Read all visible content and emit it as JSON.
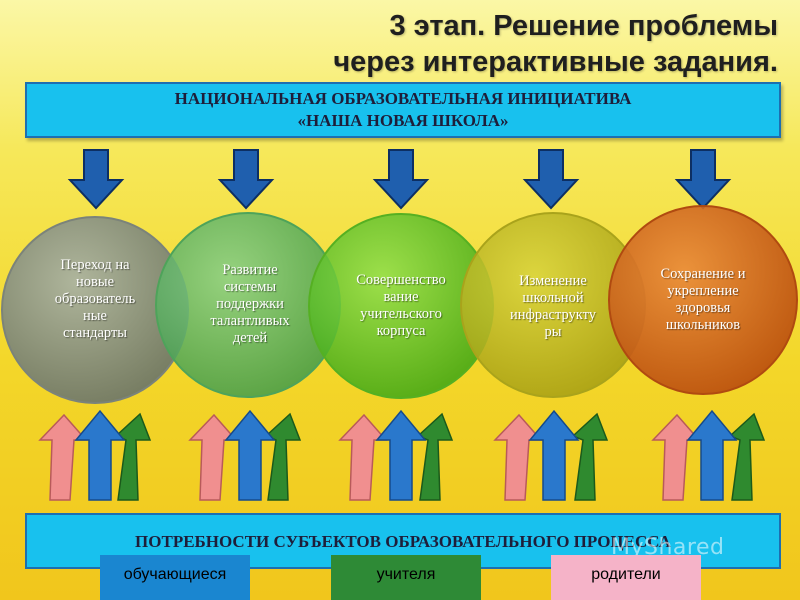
{
  "title": {
    "line1": "3 этап. Решение проблемы",
    "line2": "через интерактивные задания."
  },
  "top_box": {
    "line1": "НАЦИОНАЛЬНАЯ ОБРАЗОВАТЕЛЬНАЯ ИНИЦИАТИВА",
    "line2": "«НАША НОВАЯ ШКОЛА»"
  },
  "circles": [
    {
      "label": "Переход на\nновые\nобразователь\nные\nстандарты",
      "color": "#7d8678"
    },
    {
      "label": "Развитие\nсистемы\nподдержки\nталантливых\nдетей",
      "color": "#5cae62"
    },
    {
      "label": "Совершенство\nвание\nучительского\nкорпуса",
      "color": "#5bbf1f"
    },
    {
      "label": "Изменение\nшкольной\nинфраструкту\nры",
      "color": "#b7b21a"
    },
    {
      "label": "Сохранение и\nукрепление\nздоровья\nшкольников",
      "color": "#d06018"
    }
  ],
  "bottom_box": {
    "text": "ПОТРЕБНОСТИ СУБЪЕКТОВ ОБРАЗОВАТЕЛЬНОГО ПРОЦЕССА"
  },
  "tags": [
    {
      "label": "обучающиеся",
      "bg": "#1a86d0",
      "fg": "#1a1a1a"
    },
    {
      "label": "учителя",
      "bg": "#2e8a36",
      "fg": "#1a1a1a"
    },
    {
      "label": "родители",
      "bg": "#f5b3c8",
      "fg": "#1a1a1a"
    }
  ],
  "watermark": "MyShared",
  "colors": {
    "down_arrow": "#1f5fae",
    "up_arrow_pink": "#f08f8f",
    "up_arrow_blue": "#2a78cc",
    "up_arrow_green": "#2f8a2f",
    "box_fill": "#18c1ee"
  }
}
